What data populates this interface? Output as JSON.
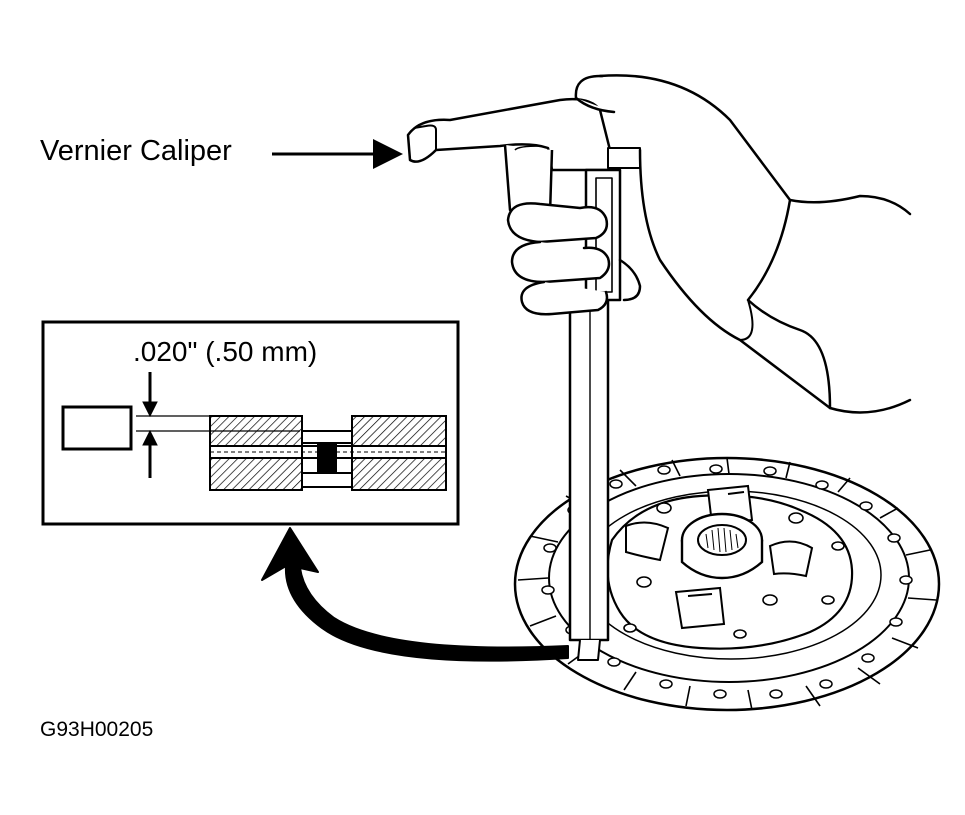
{
  "labels": {
    "tool": "Vernier Caliper",
    "specification": ".020\" (.50 mm)",
    "figure_id": "G93H00205"
  },
  "diagram": {
    "subject": "clutch disc rivet depth measurement",
    "tool_icon": "vernier-caliper-icon",
    "part_icon": "clutch-disc-icon",
    "detail_icon": "rivet-cross-section-icon",
    "colors": {
      "ink": "#000000",
      "paper": "#ffffff"
    }
  }
}
